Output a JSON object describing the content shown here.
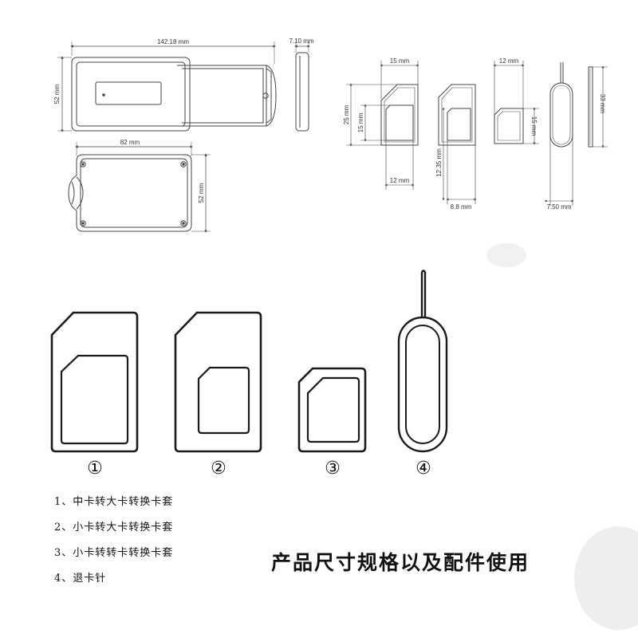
{
  "dimensions": {
    "adapter_length": "142.18 mm",
    "adapter_thickness": "7.10 mm",
    "adapter_height": "52 mm",
    "case_length": "82 mm",
    "case_height": "52 mm",
    "std_width": "15 mm",
    "std_height": "25 mm",
    "std_inner": "15 mm",
    "std_inner_width": "12 mm",
    "micro_height": "12.35 mm",
    "micro_width": "8.8 mm",
    "nano_width": "12 mm",
    "nano_height": "15 mm",
    "pin_width": "7.50 mm",
    "pin_length": "33 mm"
  },
  "parts": {
    "p1": "①",
    "p2": "②",
    "p3": "③",
    "p4": "④"
  },
  "captions": [
    "1、中卡转大卡转换卡套",
    "2、小卡转大卡转换卡套",
    "3、小卡转转卡转换卡套",
    "4、退卡针"
  ],
  "title": "产品尺寸规格以及配件使用"
}
